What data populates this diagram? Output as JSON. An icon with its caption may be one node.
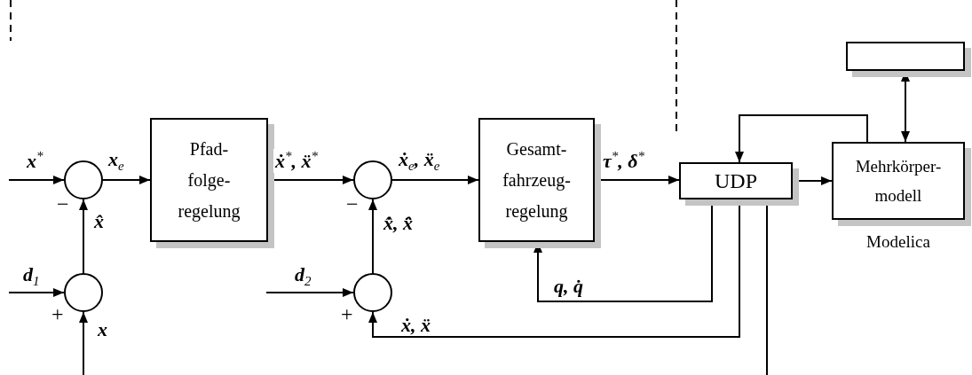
{
  "diagram": {
    "nodes": [
      {
        "text": [],
        "shape": "circle"
      },
      {
        "text": [
          "Pfad- folge- regelung"
        ]
      },
      {
        "text": [],
        "shape": "circle"
      },
      {
        "text": [
          "Gesamt- fahrzeug- regelung"
        ]
      },
      {
        "text": [
          "UDP"
        ]
      },
      {
        "text": [],
        "shape": "box"
      },
      {
        "text": [
          "Mehrkörper- modell"
        ],
        "beside": [
          "Modelica"
        ]
      },
      {
        "text": [],
        "shape": "circle"
      },
      {
        "text": [],
        "shape": "circle"
      }
    ],
    "edges": [
      {
        "from": null,
        "to": 0,
        "arrow": "to",
        "label": "x$^{*}$"
      },
      {
        "from": 0,
        "to": 1,
        "arrow": "to",
        "label": "x$_{e}$"
      },
      {
        "from": 1,
        "to": 2,
        "arrow": "to",
        "label": "ẋ$^{*}$, ẍ$^{*}$"
      },
      {
        "from": 2,
        "to": 3,
        "arrow": "to",
        "label": "ẋ$_{e}$, ẍ$_{e}$"
      },
      {
        "from": 3,
        "to": 4,
        "arrow": "to",
        "label": "τ$^{*}$, δ$^{*}$"
      },
      {
        "from": 4,
        "to": 6,
        "arrow": "to"
      },
      {
        "from": 6,
        "to": 4,
        "arrow": "to"
      },
      {
        "from": 5,
        "to": 6,
        "arrow": "both"
      },
      {
        "from": 7,
        "to": 0,
        "arrow": "to",
        "label": "x̂"
      },
      {
        "from": null,
        "to": 7,
        "arrow": "to",
        "label": "d$_{1}$"
      },
      {
        "from": null,
        "to": 7,
        "arrow": "to",
        "label": "x"
      },
      {
        "from": null,
        "to": 8,
        "arrow": "to",
        "label": "d$_{2}$"
      },
      {
        "from": 8,
        "to": 2,
        "arrow": "to",
        "label": "x̂̇, x̂̈"
      },
      {
        "from": 4,
        "to": 3,
        "arrow": "to",
        "label": "q, q̇"
      },
      {
        "from": 4,
        "to": 8,
        "arrow": "to",
        "label": "ẋ, ẍ"
      },
      {
        "from": 4,
        "to": null,
        "arrow": "none"
      }
    ],
    "labels": [
      "−",
      "+",
      "−",
      "+"
    ]
  }
}
